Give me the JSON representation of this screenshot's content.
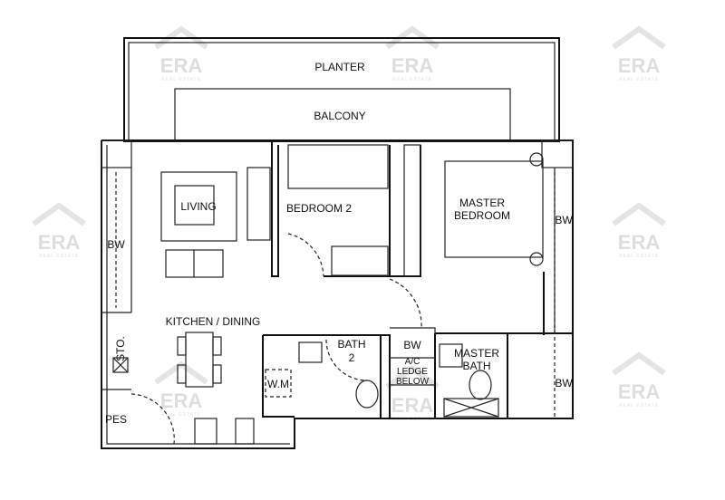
{
  "rooms": {
    "planter": "PLANTER",
    "balcony": "BALCONY",
    "living": "LIVING",
    "bedroom2": "BEDROOM 2",
    "master_bedroom_1": "MASTER",
    "master_bedroom_2": "BEDROOM",
    "bw_left": "BW",
    "bw_right_top": "BW",
    "bw_right_bottom": "BW",
    "bw_center": "BW",
    "kitchen_dining": "KITCHEN / DINING",
    "store": "STO.",
    "washing_machine": "W.M",
    "bath2_1": "BATH",
    "bath2_2": "2",
    "ac_ledge_1": "A/C",
    "ac_ledge_2": "LEDGE",
    "ac_ledge_3": "BELOW",
    "master_bath_1": "MASTER",
    "master_bath_2": "BATH",
    "pes": "PES"
  },
  "watermark": {
    "brand": "ERA",
    "sub": "REAL ESTATE"
  }
}
